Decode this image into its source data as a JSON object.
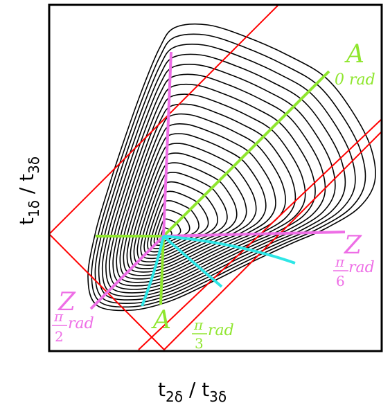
{
  "axes": {
    "x_title": {
      "base": "t",
      "sub1": "2δ",
      "mid": " / t",
      "sub2": "3δ"
    },
    "y_title": {
      "base": "t",
      "sub1": "1δ",
      "mid": " / t",
      "sub2": "3δ"
    }
  },
  "contours": {
    "count": 22
  },
  "labels": {
    "a_top": {
      "letter": "A",
      "angle": "0 rad"
    },
    "z_right": {
      "letter": "Z",
      "num": "π",
      "den": "6",
      "unit": "rad"
    },
    "a_bottom": {
      "letter": "A"
    },
    "pi3": {
      "num": "π",
      "den": "3",
      "unit": "rad"
    },
    "z_left": {
      "letter": "Z",
      "num": "π",
      "den": "2",
      "unit": "rad"
    }
  },
  "colors": {
    "contour": "#000000",
    "boundary": "#ff0000",
    "a_line": "#8fe62e",
    "z_line": "#ee6ee6",
    "mid_line": "#2ee6e6",
    "frame": "#000000"
  }
}
